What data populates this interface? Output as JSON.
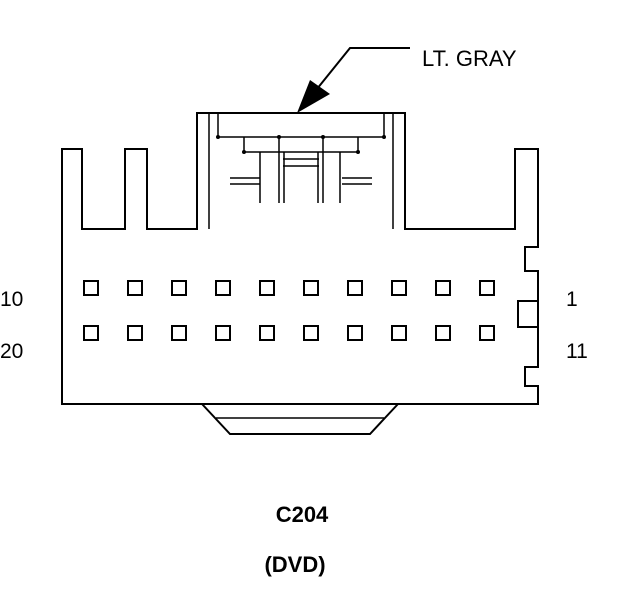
{
  "connector": {
    "id": "C204",
    "subtitle": "(DVD)",
    "color_label": "LT. GRAY",
    "pin_labels": {
      "top_left": "10",
      "bottom_left": "20",
      "top_right": "1",
      "bottom_right": "11"
    },
    "rows": [
      {
        "pins": 10
      },
      {
        "pins": 10
      }
    ]
  }
}
